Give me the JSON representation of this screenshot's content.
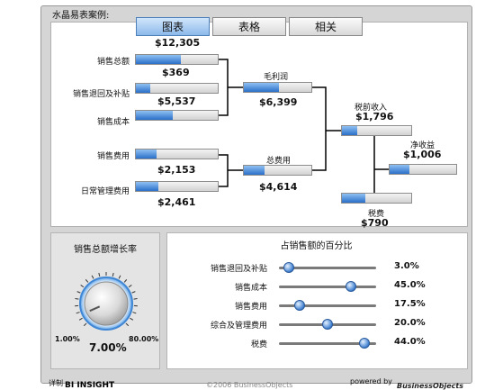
{
  "window": {
    "title": "水晶易表案例:"
  },
  "tabs": [
    {
      "label": "图表",
      "active": true
    },
    {
      "label": "表格",
      "active": false
    },
    {
      "label": "相关",
      "active": false
    }
  ],
  "tree": {
    "top_total": "$12,305",
    "sales_total": {
      "label": "销售总额",
      "value": "$369",
      "fill": 0.55
    },
    "sales_returns": {
      "label": "销售退回及补贴",
      "value": "$5,537",
      "fill": 0.18
    },
    "cost_of_sales": {
      "label": "销售成本",
      "fill": 0.45
    },
    "gross_profit": {
      "label": "毛利润",
      "value": "$6,399",
      "fill": 0.52
    },
    "selling_expense": {
      "label": "销售费用",
      "value": "$2,153",
      "fill": 0.25
    },
    "admin_expense": {
      "label": "日常管理费用",
      "value": "$2,461",
      "fill": 0.28
    },
    "total_expense": {
      "label": "总费用",
      "value": "$4,614",
      "fill": 0.3
    },
    "pretax_income": {
      "label": "税前收入",
      "value": "$1,796",
      "fill": 0.22
    },
    "net_income": {
      "label": "净收益",
      "value": "$1,006",
      "fill": 0.3
    },
    "tax": {
      "label": "税费",
      "value": "$790",
      "fill": 0.34
    }
  },
  "growth": {
    "title": "销售总额增长率",
    "min_label": "1.00%",
    "max_label": "80.00%",
    "value": "7.00%",
    "fraction": 0.077
  },
  "percent": {
    "title": "占销售额的百分比",
    "rows": [
      {
        "label": "销售退回及补贴",
        "value": "3.0%",
        "pos": 0.1
      },
      {
        "label": "销售成本",
        "value": "45.0%",
        "pos": 0.74
      },
      {
        "label": "销售费用",
        "value": "17.5%",
        "pos": 0.21
      },
      {
        "label": "综合及管理费用",
        "value": "20.0%",
        "pos": 0.5
      },
      {
        "label": "税费",
        "value": "44.0%",
        "pos": 0.88
      }
    ]
  },
  "footer": {
    "left": "详制",
    "brand": "BI INSIGHT",
    "copyright": "©2006 BusinessObjects",
    "powered_by": "powered by",
    "powered_brand": "BusinessObjects"
  },
  "colors": {
    "accent": "#2a6fc9",
    "accent_light": "#8fc0f2",
    "frame": "#d5d5d5"
  }
}
